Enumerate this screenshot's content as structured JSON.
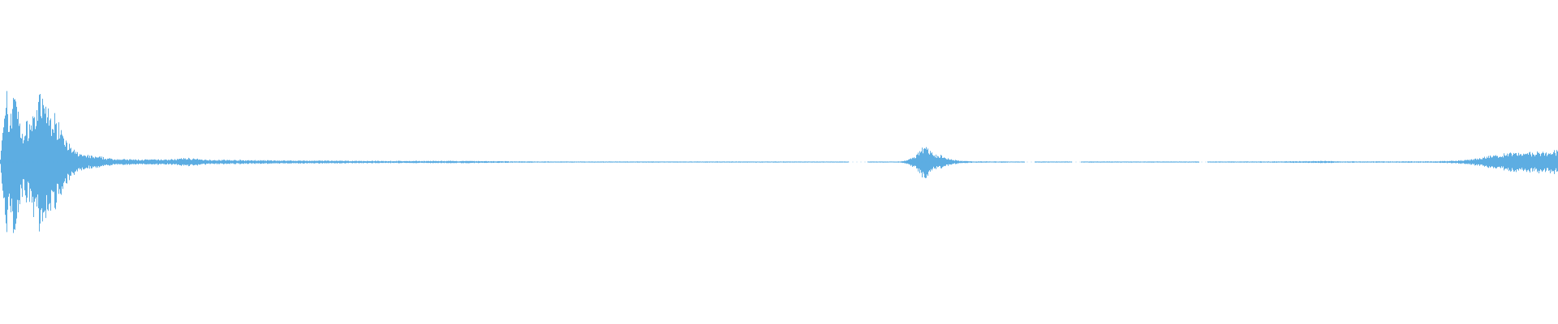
{
  "waveform": {
    "color": "#5dade2",
    "background": "#ffffff",
    "envelope": [
      [
        0.0,
        0.04
      ],
      [
        0.001,
        0.3
      ],
      [
        0.003,
        0.55
      ],
      [
        0.004,
        0.8
      ],
      [
        0.005,
        0.45
      ],
      [
        0.007,
        0.62
      ],
      [
        0.009,
        0.92
      ],
      [
        0.01,
        1.0
      ],
      [
        0.011,
        0.6
      ],
      [
        0.013,
        0.38
      ],
      [
        0.015,
        0.34
      ],
      [
        0.017,
        0.42
      ],
      [
        0.019,
        0.46
      ],
      [
        0.021,
        0.52
      ],
      [
        0.023,
        0.62
      ],
      [
        0.025,
        0.68
      ],
      [
        0.027,
        0.7
      ],
      [
        0.029,
        0.64
      ],
      [
        0.031,
        0.58
      ],
      [
        0.033,
        0.52
      ],
      [
        0.035,
        0.48
      ],
      [
        0.037,
        0.46
      ],
      [
        0.039,
        0.44
      ],
      [
        0.041,
        0.34
      ],
      [
        0.043,
        0.22
      ],
      [
        0.046,
        0.14
      ],
      [
        0.05,
        0.1
      ],
      [
        0.054,
        0.08
      ],
      [
        0.058,
        0.07
      ],
      [
        0.062,
        0.06
      ],
      [
        0.066,
        0.05
      ],
      [
        0.07,
        0.04
      ],
      [
        0.075,
        0.035
      ],
      [
        0.08,
        0.03
      ],
      [
        0.09,
        0.028
      ],
      [
        0.1,
        0.028
      ],
      [
        0.11,
        0.03
      ],
      [
        0.116,
        0.04
      ],
      [
        0.12,
        0.045
      ],
      [
        0.124,
        0.04
      ],
      [
        0.128,
        0.03
      ],
      [
        0.135,
        0.026
      ],
      [
        0.15,
        0.022
      ],
      [
        0.175,
        0.018
      ],
      [
        0.2,
        0.016
      ],
      [
        0.25,
        0.012
      ],
      [
        0.3,
        0.012
      ],
      [
        0.33,
        0.008
      ],
      [
        0.36,
        0.006
      ],
      [
        0.4,
        0.006
      ],
      [
        0.45,
        0.006
      ],
      [
        0.5,
        0.006
      ],
      [
        0.54,
        0.004
      ],
      [
        0.56,
        0.003
      ],
      [
        0.575,
        0.004
      ],
      [
        0.58,
        0.01
      ],
      [
        0.584,
        0.03
      ],
      [
        0.588,
        0.08
      ],
      [
        0.592,
        0.16
      ],
      [
        0.594,
        0.175
      ],
      [
        0.596,
        0.15
      ],
      [
        0.598,
        0.1
      ],
      [
        0.601,
        0.075
      ],
      [
        0.604,
        0.07
      ],
      [
        0.607,
        0.05
      ],
      [
        0.61,
        0.03
      ],
      [
        0.616,
        0.014
      ],
      [
        0.625,
        0.008
      ],
      [
        0.65,
        0.006
      ],
      [
        0.7,
        0.006
      ],
      [
        0.75,
        0.006
      ],
      [
        0.8,
        0.006
      ],
      [
        0.82,
        0.007
      ],
      [
        0.84,
        0.01
      ],
      [
        0.85,
        0.012
      ],
      [
        0.86,
        0.008
      ],
      [
        0.88,
        0.007
      ],
      [
        0.9,
        0.008
      ],
      [
        0.92,
        0.008
      ],
      [
        0.93,
        0.012
      ],
      [
        0.94,
        0.02
      ],
      [
        0.95,
        0.04
      ],
      [
        0.955,
        0.06
      ],
      [
        0.96,
        0.075
      ],
      [
        0.965,
        0.085
      ],
      [
        0.97,
        0.1
      ],
      [
        0.975,
        0.11
      ],
      [
        0.98,
        0.115
      ],
      [
        0.985,
        0.11
      ],
      [
        0.99,
        0.12
      ],
      [
        0.995,
        0.125
      ],
      [
        1.0,
        0.12
      ]
    ],
    "gaps": [
      [
        0.545,
        0.557
      ],
      [
        0.658,
        0.664
      ],
      [
        0.688,
        0.694
      ],
      [
        0.77,
        0.775
      ]
    ]
  }
}
